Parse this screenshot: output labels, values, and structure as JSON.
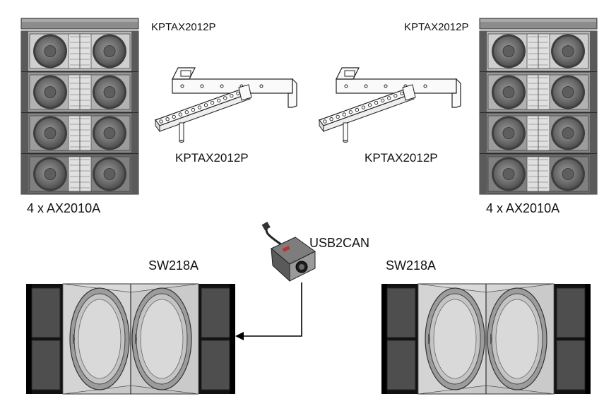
{
  "labels": {
    "flybar_top_left": "KPTAX2012P",
    "flybar_top_right": "KPTAX2012P",
    "bracket_left": "KPTAX2012P",
    "bracket_right": "KPTAX2012P",
    "array_left": "4 x AX2010A",
    "array_right": "4 x AX2010A",
    "interface": "USB2CAN",
    "sub_left": "SW218A",
    "sub_right": "SW218A"
  },
  "colors": {
    "cabinet_light": "#c8c8c8",
    "cabinet_mid": "#8c8c8c",
    "cabinet_dark": "#555555",
    "line": "#000000",
    "background": "#ffffff"
  }
}
